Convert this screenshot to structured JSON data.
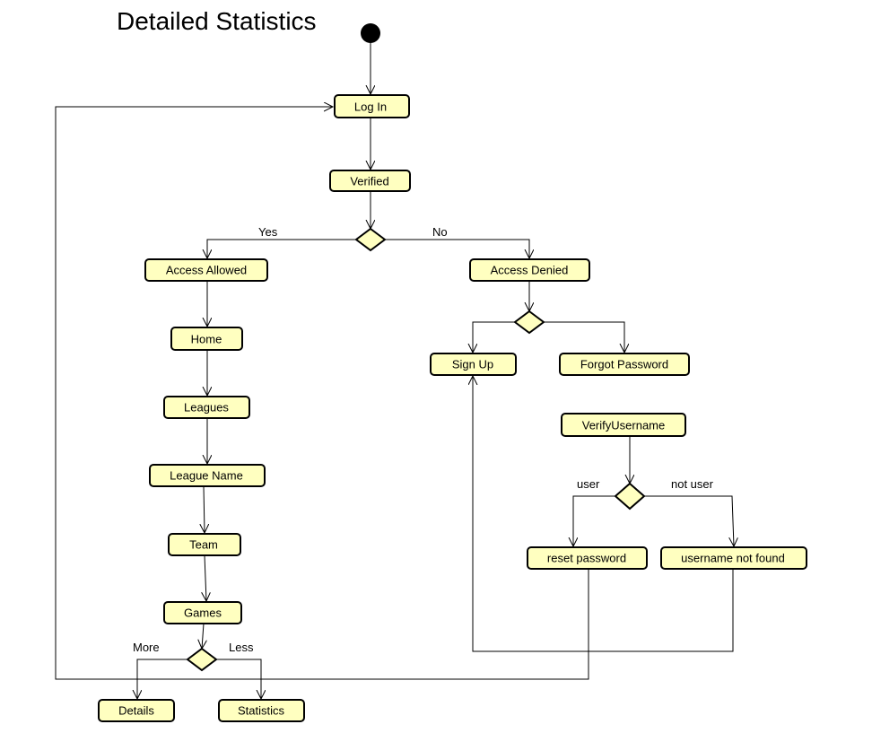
{
  "title": "Detailed Statistics",
  "colors": {
    "node_fill": "#ffffc0",
    "stroke": "#000000"
  },
  "nodes": {
    "login": "Log In",
    "verified": "Verified",
    "access_allowed": "Access Allowed",
    "access_denied": "Access Denied",
    "home": "Home",
    "leagues": "Leagues",
    "league_name": "League Name",
    "team": "Team",
    "games": "Games",
    "details": "Details",
    "statistics": "Statistics",
    "sign_up": "Sign Up",
    "forgot_password": "Forgot Password",
    "verify_username": "VerifyUsername",
    "reset_password": "reset password",
    "username_not_found": "username not found"
  },
  "edge_labels": {
    "yes": "Yes",
    "no": "No",
    "more": "More",
    "less": "Less",
    "user": "user",
    "not_user": "not user"
  }
}
